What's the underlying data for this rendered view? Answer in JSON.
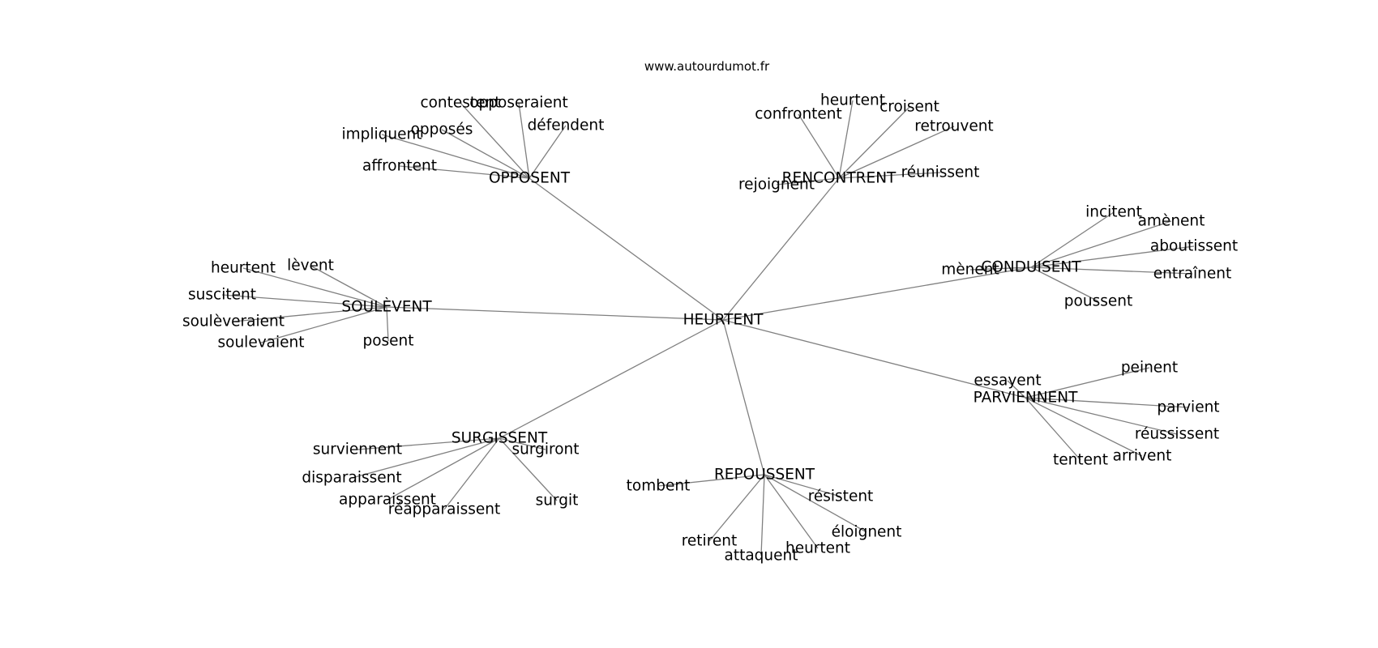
{
  "source_text": "www.autourdumot.fr",
  "graph": {
    "center": {
      "id": "center",
      "label": "HEURTENT"
    },
    "hubs": [
      {
        "id": "opposent",
        "label": "OPPOSENT",
        "leaves": [
          {
            "id": "opposent-affrontent",
            "label": "affrontent"
          },
          {
            "id": "opposent-impliquent",
            "label": "impliquent"
          },
          {
            "id": "opposent-opposes",
            "label": "opposés"
          },
          {
            "id": "opposent-contestent",
            "label": "contestent"
          },
          {
            "id": "opposent-opposeraient",
            "label": "opposeraient"
          },
          {
            "id": "opposent-defendent",
            "label": "défendent"
          }
        ]
      },
      {
        "id": "rencontrent",
        "label": "RENCONTRENT",
        "leaves": [
          {
            "id": "rencontrent-confrontent",
            "label": "confrontent"
          },
          {
            "id": "rencontrent-heurtent",
            "label": "heurtent"
          },
          {
            "id": "rencontrent-croisent",
            "label": "croisent"
          },
          {
            "id": "rencontrent-retrouvent",
            "label": "retrouvent"
          },
          {
            "id": "rencontrent-reunissent",
            "label": "réunissent"
          },
          {
            "id": "rencontrent-rejoignent",
            "label": "rejoignent"
          }
        ]
      },
      {
        "id": "conduisent",
        "label": "CONDUISENT",
        "leaves": [
          {
            "id": "conduisent-incitent",
            "label": "incitent"
          },
          {
            "id": "conduisent-amenent",
            "label": "amènent"
          },
          {
            "id": "conduisent-aboutissent",
            "label": "aboutissent"
          },
          {
            "id": "conduisent-entrainent",
            "label": "entraînent"
          },
          {
            "id": "conduisent-poussent",
            "label": "poussent"
          },
          {
            "id": "conduisent-menent",
            "label": "mènent"
          }
        ]
      },
      {
        "id": "parviennent",
        "label": "PARVIENNENT",
        "leaves": [
          {
            "id": "parviennent-essayent",
            "label": "essayent"
          },
          {
            "id": "parviennent-peinent",
            "label": "peinent"
          },
          {
            "id": "parviennent-parvient",
            "label": "parvient"
          },
          {
            "id": "parviennent-reussissent",
            "label": "réussissent"
          },
          {
            "id": "parviennent-arrivent",
            "label": "arrivent"
          },
          {
            "id": "parviennent-tentent",
            "label": "tentent"
          }
        ]
      },
      {
        "id": "repoussent",
        "label": "REPOUSSENT",
        "leaves": [
          {
            "id": "repoussent-tombent",
            "label": "tombent"
          },
          {
            "id": "repoussent-resistent",
            "label": "résistent"
          },
          {
            "id": "repoussent-eloignent",
            "label": "éloignent"
          },
          {
            "id": "repoussent-heurtent",
            "label": "heurtent"
          },
          {
            "id": "repoussent-attaquent",
            "label": "attaquent"
          },
          {
            "id": "repoussent-retirent",
            "label": "retirent"
          }
        ]
      },
      {
        "id": "surgissent",
        "label": "SURGISSENT",
        "leaves": [
          {
            "id": "surgissent-surviennent",
            "label": "surviennent"
          },
          {
            "id": "surgissent-disparaissent",
            "label": "disparaissent"
          },
          {
            "id": "surgissent-apparaissent",
            "label": "apparaissent"
          },
          {
            "id": "surgissent-reapparaissent",
            "label": "réapparaissent"
          },
          {
            "id": "surgissent-surgit",
            "label": "surgit"
          },
          {
            "id": "surgissent-surgiront",
            "label": "surgiront"
          }
        ]
      },
      {
        "id": "soulevent",
        "label": "SOULÈVENT",
        "leaves": [
          {
            "id": "soulevent-heurtent",
            "label": "heurtent"
          },
          {
            "id": "soulevent-levent",
            "label": "lèvent"
          },
          {
            "id": "soulevent-suscitent",
            "label": "suscitent"
          },
          {
            "id": "soulevent-souleveraient",
            "label": "soulèveraient"
          },
          {
            "id": "soulevent-soulevaient",
            "label": "soulevaient"
          },
          {
            "id": "soulevent-posent",
            "label": "posent"
          }
        ]
      }
    ]
  }
}
